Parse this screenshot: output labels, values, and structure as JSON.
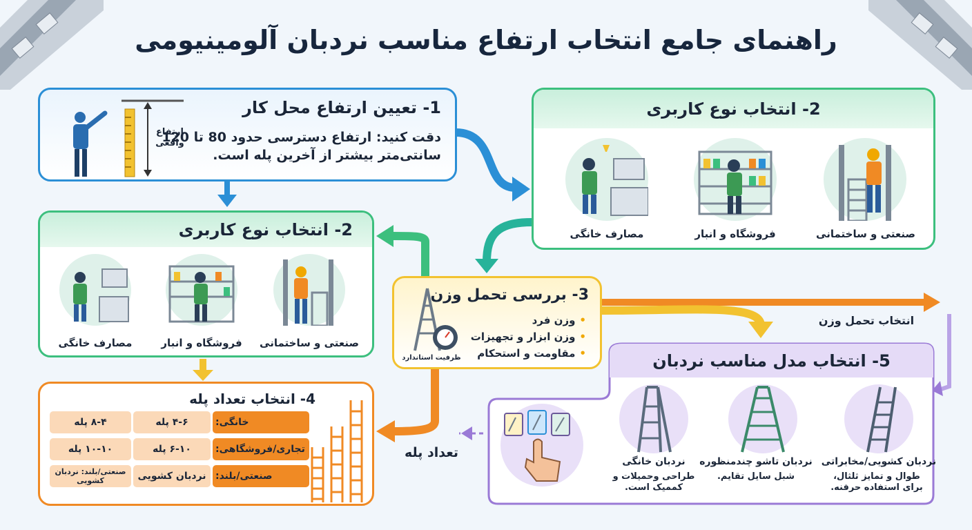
{
  "title": "راهنمای جامع انتخاب ارتفاع مناسب نردبان آلومینیومی",
  "step1": {
    "heading": "1- تعیین ارتفاع محل کار",
    "text_line1": "دقت کنید: ارتفاع دسترسی حدود 80 تا 120",
    "text_line2": "سانتی‌متر بیشتر از آخرین پله است.",
    "icon_label": "ارتفاع واقعی"
  },
  "step2_top": {
    "heading": "2- انتخاب نوع کاربری",
    "options": [
      "صنعتی و ساختمانی",
      "فروشگاه و انبار",
      "مصارف خانگی"
    ]
  },
  "step2_left": {
    "heading": "2- انتخاب نوع کاربری",
    "options": [
      "صنعتی و ساختمانی",
      "فروشگاه و انبار",
      "مصارف خانگی"
    ]
  },
  "step3": {
    "heading": "3- بررسی تحمل وزن",
    "items": [
      "وزن فرد",
      "وزن ابزار و تجهیزات",
      "مقاومت و استحکام"
    ],
    "badge": "ظرفیت استاندارد"
  },
  "step4": {
    "heading": "4- انتخاب تعداد پله",
    "rows": [
      {
        "label": "خانگی:",
        "col1": "۴-۶ پله",
        "col2": "۸-۴ پله"
      },
      {
        "label": "تجاری/فروشگاهی:",
        "col1": "۶-۱۰ پله",
        "col2": "۱۰-۱۰ پله"
      },
      {
        "label": "صنعتی/بلند:",
        "col1": "نردبان کشویی",
        "col2": "صنعتی/بلند: نردبان کشویی"
      }
    ]
  },
  "step5": {
    "heading": "5- انتخاب مدل مناسب نردبان",
    "models": [
      {
        "name": "نردبان کشویی/مخابراتی",
        "desc": "طوال و تمایز ثلثال، برای استفاده حرفنه."
      },
      {
        "name": "نردبان تاشو چندمنظوره",
        "desc": "شبل سایل تقایم."
      },
      {
        "name": "نردبان خانگی",
        "desc": "طراحی وحمیلات و کممیک است."
      }
    ]
  },
  "flow": {
    "weight_label": "انتخاب تحمل وزن",
    "steps_label": "تعداد پله"
  },
  "colors": {
    "blue": "#2b8fd6",
    "green": "#3cbf7e",
    "yellow": "#f2c230",
    "orange": "#f08a24",
    "purple": "#9a7ad6"
  }
}
